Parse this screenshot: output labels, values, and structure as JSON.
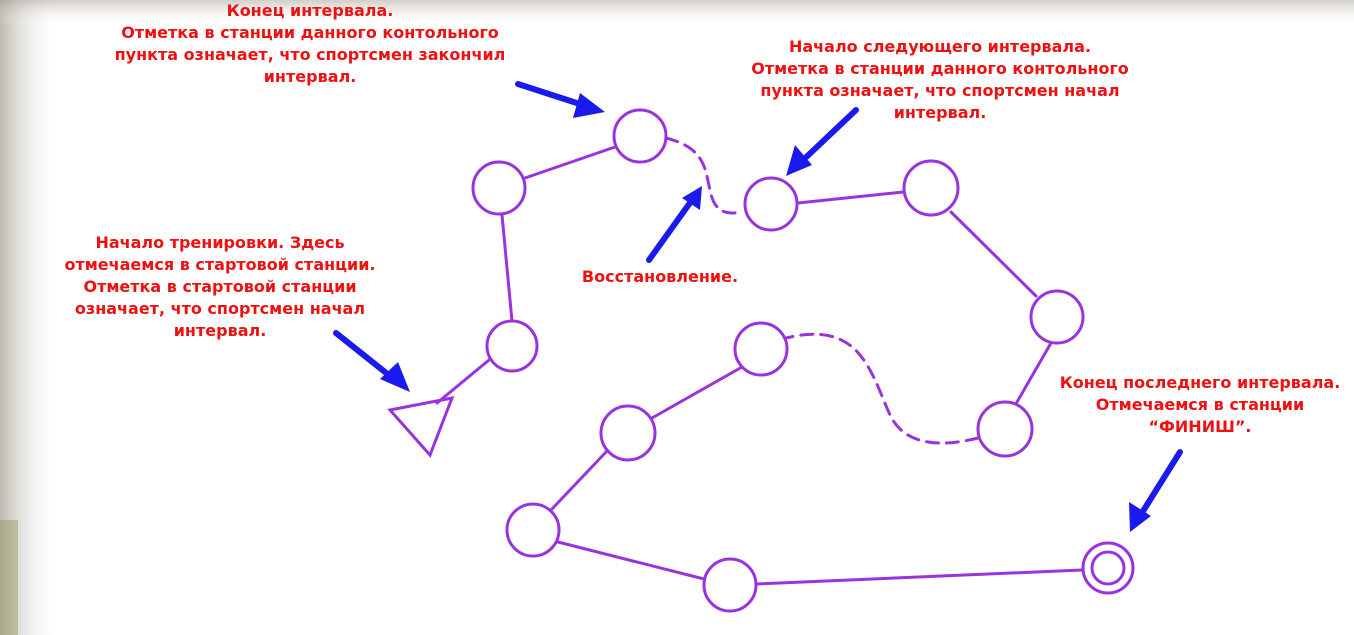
{
  "callouts": {
    "interval_end": [
      "Конец интервала.",
      "Отметка в станции данного контольного",
      "пункта означает, что спортсмен закончил",
      "интервал."
    ],
    "next_interval_start": [
      "Начало следующего интервала.",
      "Отметка в станции данного контольного",
      "пункта означает, что спортсмен начал",
      "интервал."
    ],
    "recovery": [
      "Восстановление."
    ],
    "training_start": [
      "Начало тренировки. Здесь",
      "отмечаемся в стартовой станции.",
      "Отметка в стартовой станции",
      "означает, что спортсмен начал",
      "интервал."
    ],
    "finish": [
      "Конец последнего интервала.",
      "Отмечаемся в станции",
      "“ФИНИШ”."
    ]
  },
  "colors": {
    "course": "#9933dd",
    "arrow": "#1a1aee",
    "text": "#ee1111",
    "background": "#ffffff"
  }
}
